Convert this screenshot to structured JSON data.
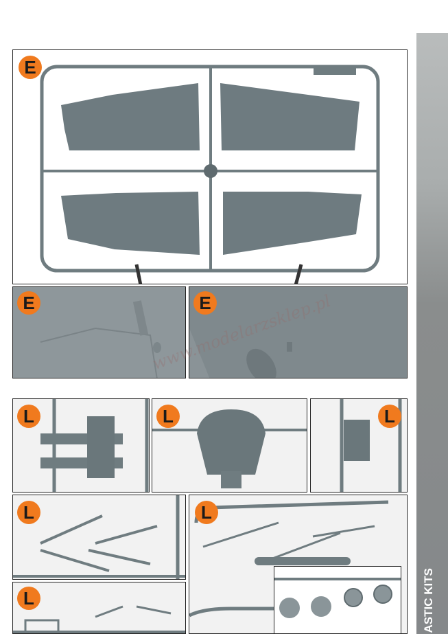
{
  "sidebar": {
    "label": "ASTIC KITS"
  },
  "watermark": "www.modelarzsklep.pl",
  "panels": [
    {
      "sprue": "E"
    },
    {
      "sprue": "E"
    },
    {
      "sprue": "E"
    },
    {
      "sprue": "L"
    },
    {
      "sprue": "L"
    },
    {
      "sprue": "L"
    },
    {
      "sprue": "L"
    },
    {
      "sprue": "L"
    },
    {
      "sprue": "L"
    }
  ],
  "colors": {
    "badge": "#f07a1e",
    "plastic": "#6f7c80",
    "sidebar": "#8a8d8d"
  }
}
